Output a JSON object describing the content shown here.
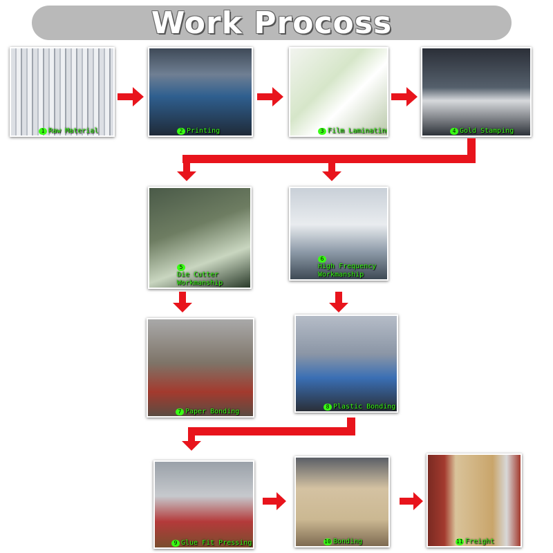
{
  "title": "Work Procoss",
  "steps": [
    {
      "num": "1",
      "label": "Raw Material"
    },
    {
      "num": "2",
      "label": "Printing"
    },
    {
      "num": "3",
      "label": "Film Laminating"
    },
    {
      "num": "4",
      "label": "Gold Stamping"
    },
    {
      "num": "5",
      "label": "Die Cutter Workmanship"
    },
    {
      "num": "6",
      "label": "High Frequency Workmanship"
    },
    {
      "num": "7",
      "label": "Paper Bonding"
    },
    {
      "num": "8",
      "label": "Plastic Bonding"
    },
    {
      "num": "9",
      "label": "Glue Fit Pressing"
    },
    {
      "num": "10",
      "label": "Bonding"
    },
    {
      "num": "11",
      "label": "Freight"
    }
  ],
  "colors": {
    "arrow": "#e8141c",
    "caption": "#39ff14",
    "title_bar": "#b9b9b9"
  }
}
